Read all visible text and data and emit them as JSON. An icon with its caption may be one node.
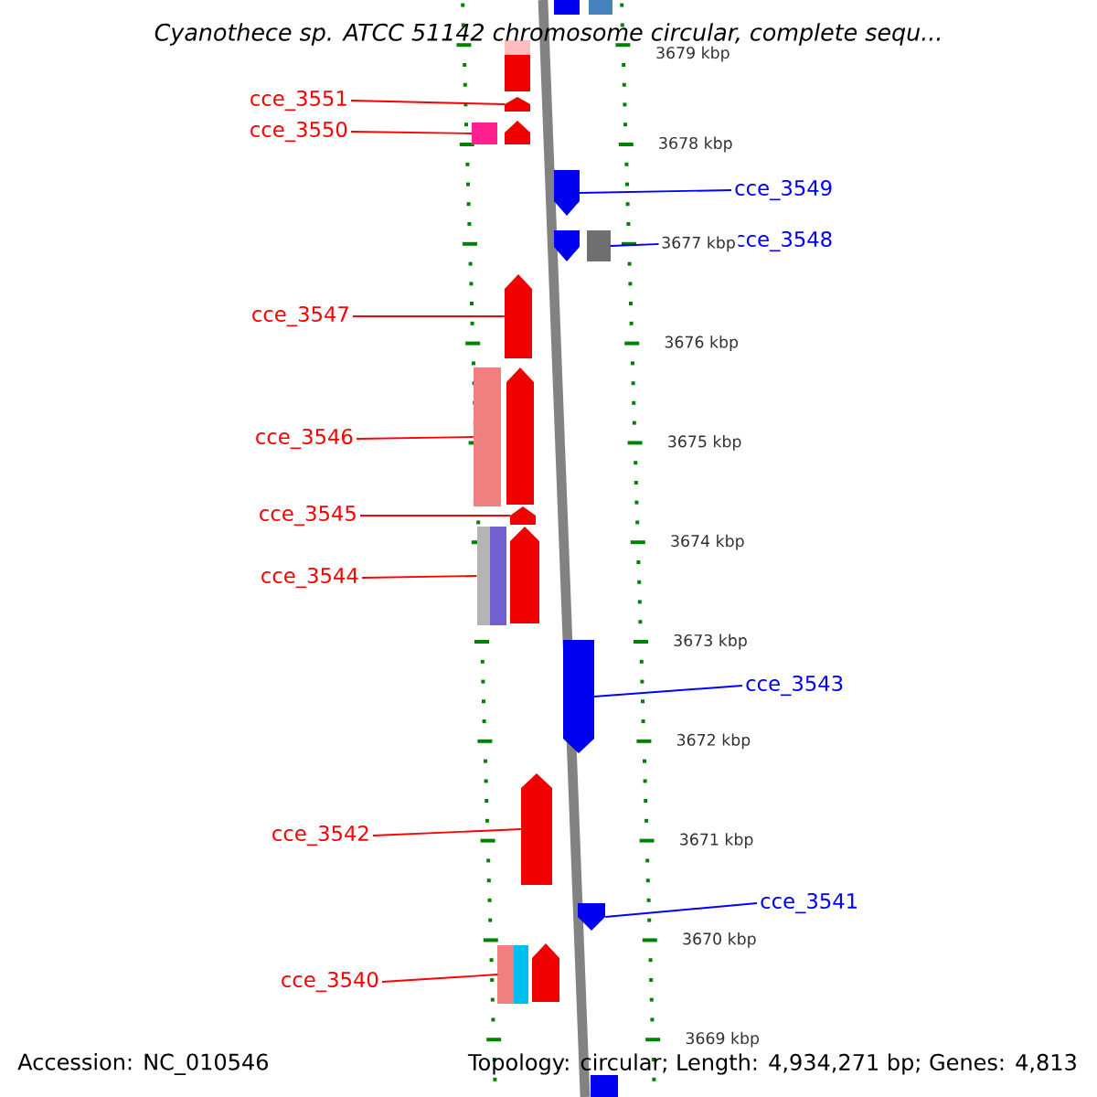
{
  "diagram": {
    "title": "Cyanothece sp. ATCC 51142 chromosome circular, complete sequ...",
    "nodes": [
      {
        "text": [
          "cce_3551"
        ]
      },
      {
        "text": [],
        "shape": "arrow"
      },
      {
        "text": [
          "cce_3550"
        ]
      },
      {
        "text": [],
        "shape": "box"
      },
      {
        "text": [
          "cce_3549"
        ]
      },
      {
        "text": [],
        "shape": "arrow"
      },
      {
        "text": [
          "cce_3548"
        ]
      },
      {
        "text": [],
        "shape": "box"
      },
      {
        "text": [
          "cce_3547"
        ]
      },
      {
        "text": [],
        "shape": "arrow"
      },
      {
        "text": [
          "cce_3546"
        ]
      },
      {
        "text": [],
        "shape": "box"
      },
      {
        "text": [
          "cce_3545"
        ]
      },
      {
        "text": [],
        "shape": "arrow"
      },
      {
        "text": [
          "cce_3544"
        ]
      },
      {
        "text": [],
        "shape": "box"
      },
      {
        "text": [
          "cce_3543"
        ]
      },
      {
        "text": [],
        "shape": "arrow"
      },
      {
        "text": [
          "cce_3542"
        ]
      },
      {
        "text": [],
        "shape": "arrow"
      },
      {
        "text": [
          "cce_3541"
        ]
      },
      {
        "text": [],
        "shape": "arrow"
      },
      {
        "text": [
          "cce_3540"
        ]
      },
      {
        "text": [],
        "shape": "box"
      },
      {
        "text": [],
        "shape": "box"
      },
      {
        "text": [],
        "shape": "box"
      },
      {
        "text": [],
        "shape": "box"
      },
      {
        "text": [],
        "shape": "arrow"
      },
      {
        "text": [],
        "shape": "arrow"
      },
      {
        "text": [],
        "shape": "arrow"
      },
      {
        "text": [],
        "shape": "arrow"
      },
      {
        "text": [],
        "shape": "arrow"
      },
      {
        "text": [],
        "shape": "box"
      }
    ],
    "edges": [
      {
        "from": 0,
        "to": 1,
        "arrow": "none"
      },
      {
        "from": 2,
        "to": 3,
        "arrow": "none"
      },
      {
        "from": 4,
        "to": 5,
        "arrow": "none",
        "color": "#0000ff"
      },
      {
        "from": 6,
        "to": 7,
        "arrow": "none",
        "color": "#0000ff"
      },
      {
        "from": 8,
        "to": 9,
        "arrow": "none"
      },
      {
        "from": 10,
        "to": 11,
        "arrow": "none"
      },
      {
        "from": 12,
        "to": 13,
        "arrow": "none"
      },
      {
        "from": 14,
        "to": 15,
        "arrow": "none"
      },
      {
        "from": 16,
        "to": 17,
        "arrow": "none",
        "color": "#0000ff"
      },
      {
        "from": 18,
        "to": 19,
        "arrow": "none"
      },
      {
        "from": 20,
        "to": 21,
        "arrow": "none",
        "color": "#0000ff"
      },
      {
        "from": 22,
        "to": 23,
        "arrow": "none"
      }
    ],
    "labels": [
      "3679 kbp",
      "3678 kbp",
      "3677 kbp",
      "3676 kbp",
      "3675 kbp",
      "3674 kbp",
      "3673 kbp",
      "3672 kbp",
      "3671 kbp",
      "3670 kbp",
      "3669 kbp",
      "Accession: NC_010546",
      "Topology: circular; Length: 4,934,271 bp; Genes: 4,813"
    ]
  }
}
